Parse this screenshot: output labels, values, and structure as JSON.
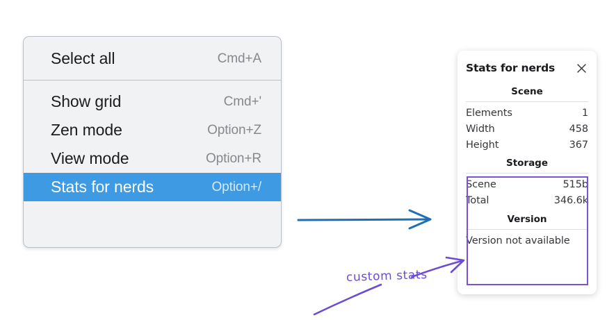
{
  "context_menu": {
    "groups": [
      {
        "name": "group-1",
        "items": [
          {
            "label": "Select all",
            "shortcut": "Cmd+A",
            "selected": false
          }
        ]
      },
      {
        "name": "group-2",
        "items": [
          {
            "label": "Show grid",
            "shortcut": "Cmd+'",
            "selected": false
          },
          {
            "label": "Zen mode",
            "shortcut": "Option+Z",
            "selected": false
          },
          {
            "label": "View mode",
            "shortcut": "Option+R",
            "selected": false
          },
          {
            "label": "Stats for nerds",
            "shortcut": "Option+/",
            "selected": true
          }
        ]
      }
    ],
    "highlight_color": "#3d9ae3",
    "background_color": "#f1f2f4"
  },
  "stats_panel": {
    "title": "Stats for nerds",
    "close_icon": "close-icon",
    "sections": [
      {
        "title": "Scene",
        "rows": [
          {
            "key": "Elements",
            "value": "1"
          },
          {
            "key": "Width",
            "value": "458"
          },
          {
            "key": "Height",
            "value": "367"
          }
        ]
      },
      {
        "title": "Storage",
        "rows": [
          {
            "key": "Scene",
            "value": "515b"
          },
          {
            "key": "Total",
            "value": "346.6k"
          }
        ]
      },
      {
        "title": "Version",
        "full_rows": [
          "Version not available"
        ]
      }
    ],
    "highlight_border_color": "#7a52d8"
  },
  "annotations": {
    "blue_arrow_color": "#1f6fb2",
    "purple_color": "#6d4cd4",
    "custom_stats_label": "custom stats"
  }
}
